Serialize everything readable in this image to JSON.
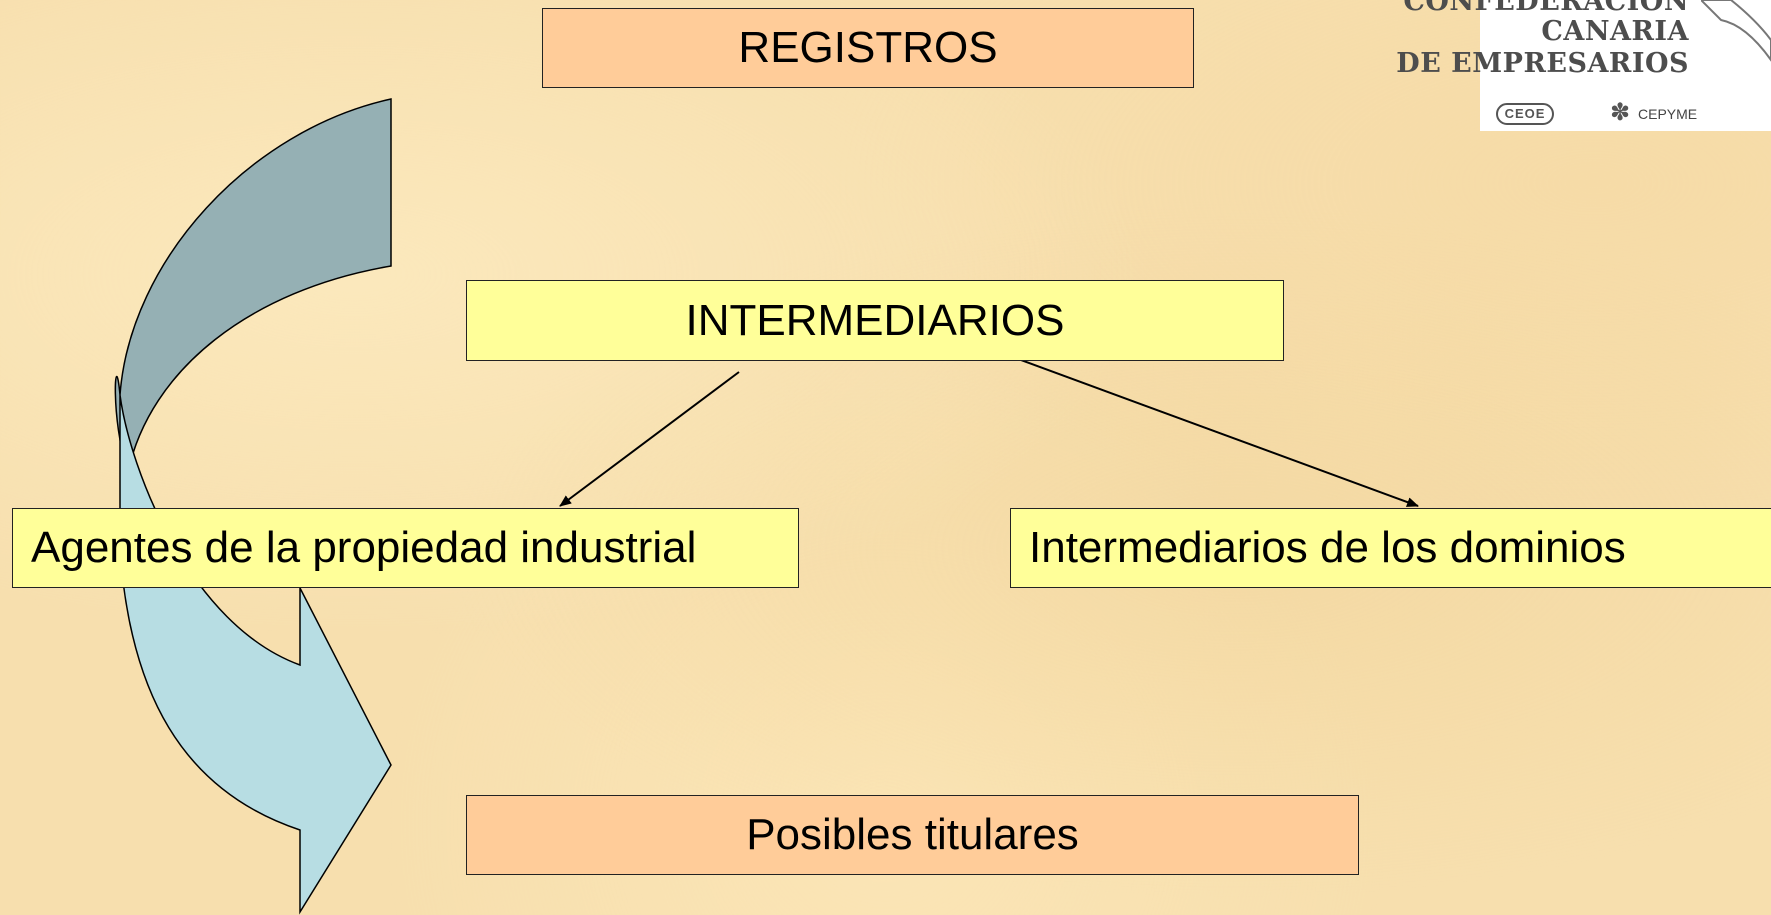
{
  "boxes": {
    "registros": "REGISTROS",
    "intermediarios": "INTERMEDIARIOS",
    "agentes": "Agentes de la propiedad industrial",
    "dominios": "Intermediarios de los dominios",
    "titulares": "Posibles titulares"
  },
  "logo": {
    "line1": "CONFEDERACIÓN",
    "line2": "CANARIA",
    "line3": "DE EMPRESARIOS",
    "ceoe": "CEOE",
    "cepyme": "CEPYME"
  },
  "colors": {
    "orange_box": "#ffcc99",
    "yellow_box": "#ffff99",
    "arrow_dark": "#95b0b4",
    "arrow_light": "#b7dde3"
  }
}
